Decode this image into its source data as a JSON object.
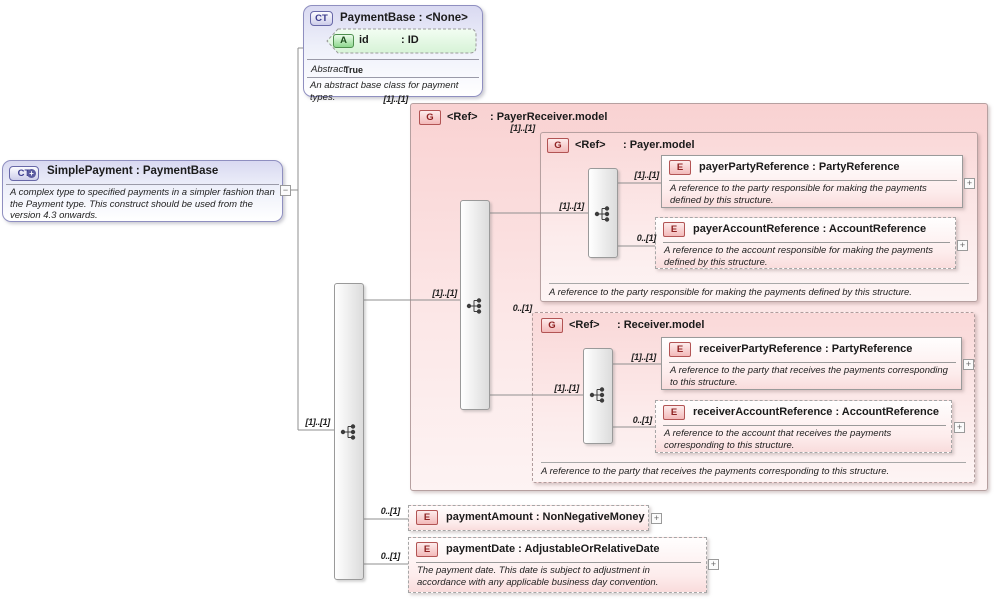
{
  "ui": {
    "expand_glyph": "+",
    "collapse_glyph": "−"
  },
  "colors": {
    "complex_type_fill": "#d9d9f1",
    "complex_type_border": "#8f8fc0",
    "group_fill": "#f9d2d2",
    "badge_red_border": "#b25454",
    "attribute_green": "#8ed88e",
    "wire": "#8f8f8f"
  },
  "simple_payment": {
    "badge": "CT",
    "badge_modifier": "+",
    "title": "SimplePayment : PaymentBase",
    "annotation": "A complex type to specified payments in a simpler fashion than the Payment type. This construct should be used from the version 4.3 onwards."
  },
  "payment_base": {
    "badge": "CT",
    "title": "PaymentBase : <None>",
    "attribute": {
      "badge": "A",
      "name": "id",
      "type": ": ID"
    },
    "abstract_label": "Abstract",
    "abstract_value": "True",
    "annotation": "An abstract base class for payment types."
  },
  "sequences": {
    "main": "[1]..[1]",
    "payer_receiver": "[1]..[1]",
    "payer": "[1]..[1]",
    "receiver": "[1]..[1]"
  },
  "groups": {
    "payer_receiver": {
      "badge": "G",
      "name": "<Ref>",
      "type": ": PayerReceiver.model",
      "cardinality": "[1]..[1]"
    },
    "payer": {
      "badge": "G",
      "name": "<Ref>",
      "type": ": Payer.model",
      "cardinality": "[1]..[1]",
      "annotation": "A reference to the party responsible for making the payments defined by this structure."
    },
    "receiver": {
      "badge": "G",
      "name": "<Ref>",
      "type": ": Receiver.model",
      "cardinality": "0..[1]",
      "annotation": "A reference to the party that receives the payments corresponding to this structure."
    }
  },
  "elements": {
    "payer_party": {
      "badge": "E",
      "title": "payerPartyReference : PartyReference",
      "cardinality": "[1]..[1]",
      "annotation": "A reference to the party responsible for making the payments defined by this structure."
    },
    "payer_account": {
      "badge": "E",
      "title": "payerAccountReference : AccountReference",
      "cardinality": "0..[1]",
      "annotation": "A reference to the account responsible for making the payments defined by this structure."
    },
    "receiver_party": {
      "badge": "E",
      "title": "receiverPartyReference : PartyReference",
      "cardinality": "[1]..[1]",
      "annotation": "A reference to the party that receives the payments corresponding to this structure."
    },
    "receiver_account": {
      "badge": "E",
      "title": "receiverAccountReference : AccountReference",
      "cardinality": "0..[1]",
      "annotation": "A reference to the account that receives the payments corresponding to this structure."
    },
    "payment_amount": {
      "badge": "E",
      "title": "paymentAmount : NonNegativeMoney",
      "cardinality": "0..[1]"
    },
    "payment_date": {
      "badge": "E",
      "title": "paymentDate : AdjustableOrRelativeDate",
      "cardinality": "0..[1]",
      "annotation": "The payment date. This date is subject to adjustment in accordance with any applicable business day convention."
    }
  }
}
